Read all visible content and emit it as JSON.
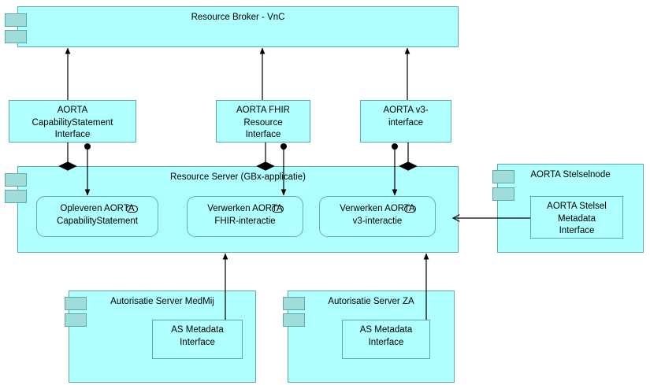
{
  "diagram": {
    "title": "AORTA Resource Broker / Resource Server component diagram",
    "colors": {
      "fill": "#AFFFFF",
      "stroke": "#5FA8A8",
      "tab_fill": "#9FDCDA",
      "line": "#000000",
      "background": "#FFFFFF"
    }
  },
  "broker": {
    "label": "Resource Broker - VnC"
  },
  "interfaces": [
    {
      "id": "aorta-capabilitystatement-interface",
      "label": "AORTA\nCapabilityStatement\nInterface",
      "icon": "provided-interface-lollipop-icon"
    },
    {
      "id": "aorta-fhir-resource-interface",
      "label": "AORTA FHIR\nResource\nInterface",
      "icon": "provided-interface-lollipop-icon"
    },
    {
      "id": "aorta-v3-interface",
      "label": "AORTA v3-\ninterface",
      "icon": "provided-interface-lollipop-icon"
    }
  ],
  "resource_server": {
    "label": "Resource Server (GBx-applicatie)",
    "functions": [
      {
        "id": "opleveren-aorta-capabilitystatement",
        "label": "Opleveren AORTA\nCapabilityStatement",
        "icon": "function-rounded-rect-icon"
      },
      {
        "id": "verwerken-aorta-fhir-interactie",
        "label": "Verwerken AORTA\nFHIR-interactie",
        "icon": "function-rounded-rect-icon"
      },
      {
        "id": "verwerken-aorta-v3-interactie",
        "label": "Verwerken AORTA\nv3-interactie",
        "icon": "function-rounded-rect-icon"
      }
    ]
  },
  "stelselnode": {
    "label": "AORTA Stelselnode",
    "interface": {
      "id": "aorta-stelsel-metadata-interface",
      "label": "AORTA Stelsel\nMetadata\nInterface",
      "icon": "provided-interface-lollipop-icon"
    }
  },
  "autorisatie_servers": [
    {
      "id": "autorisatie-server-medmij",
      "label": "Autorisatie Server MedMij",
      "interface": {
        "id": "as-metadata-interface-medmij",
        "label": "AS Metadata\nInterface",
        "icon": "provided-interface-lollipop-icon"
      }
    },
    {
      "id": "autorisatie-server-za",
      "label": "Autorisatie Server ZA",
      "interface": {
        "id": "as-metadata-interface-za",
        "label": "AS Metadata\nInterface",
        "icon": "provided-interface-lollipop-icon"
      }
    }
  ],
  "connectors": [
    {
      "id": "capabilitystatement-iface-to-broker",
      "type": "dependency-arrow",
      "from": "aorta-capabilitystatement-interface",
      "to": "broker"
    },
    {
      "id": "fhir-iface-to-broker",
      "type": "dependency-arrow",
      "from": "aorta-fhir-resource-interface",
      "to": "broker"
    },
    {
      "id": "v3-iface-to-broker",
      "type": "dependency-arrow",
      "from": "aorta-v3-interface",
      "to": "broker"
    },
    {
      "id": "server-composes-capabilitystatement-iface",
      "type": "composition-diamond",
      "from": "resource-server",
      "to": "aorta-capabilitystatement-interface"
    },
    {
      "id": "server-composes-fhir-iface",
      "type": "composition-diamond",
      "from": "resource-server",
      "to": "aorta-fhir-resource-interface"
    },
    {
      "id": "server-composes-v3-iface",
      "type": "composition-diamond",
      "from": "resource-server",
      "to": "aorta-v3-interface"
    },
    {
      "id": "capabilitystatement-iface-realized-by-function",
      "type": "ball-arrow",
      "from": "aorta-capabilitystatement-interface",
      "to": "opleveren-aorta-capabilitystatement"
    },
    {
      "id": "fhir-iface-realized-by-function",
      "type": "ball-arrow",
      "from": "aorta-fhir-resource-interface",
      "to": "verwerken-aorta-fhir-interactie"
    },
    {
      "id": "v3-iface-realized-by-function",
      "type": "ball-arrow",
      "from": "aorta-v3-interface",
      "to": "verwerken-aorta-v3-interactie"
    },
    {
      "id": "stelsel-metadata-to-resource-server",
      "type": "open-arrow-left",
      "from": "aorta-stelsel-metadata-interface",
      "to": "resource-server"
    },
    {
      "id": "medmij-as-metadata-to-resource-server",
      "type": "dependency-arrow",
      "from": "as-metadata-interface-medmij",
      "to": "resource-server"
    },
    {
      "id": "za-as-metadata-to-resource-server",
      "type": "dependency-arrow",
      "from": "as-metadata-interface-za",
      "to": "resource-server"
    }
  ]
}
